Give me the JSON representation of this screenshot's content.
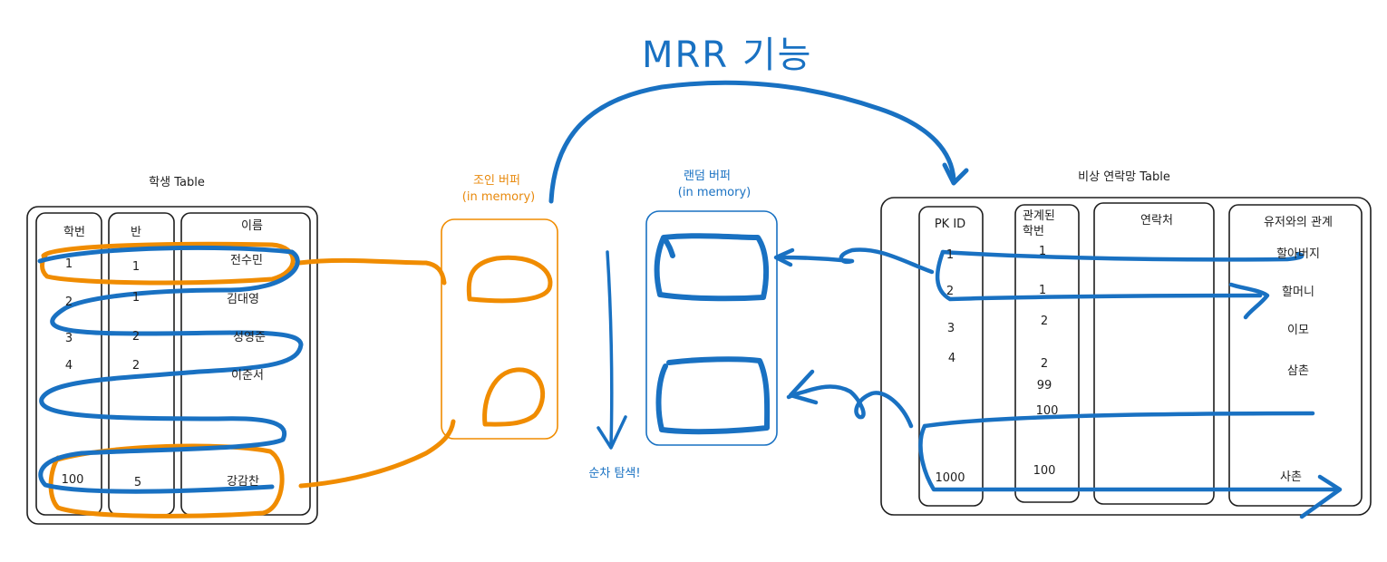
{
  "title": "MRR 기능",
  "student_table": {
    "title": "학생 Table",
    "headers": [
      "학번",
      "반",
      "이름"
    ],
    "rows": [
      [
        "1",
        "1",
        "전수민"
      ],
      [
        "2",
        "1",
        "김대영"
      ],
      [
        "3",
        "2",
        "성영준"
      ],
      [
        "4",
        "2",
        "이준서"
      ],
      [
        "100",
        "5",
        "강감찬"
      ]
    ]
  },
  "join_buffer": {
    "label": "조인 버퍼",
    "sub": "(in memory)"
  },
  "random_buffer": {
    "label": "랜덤 버퍼",
    "sub": "(in memory)"
  },
  "sequential_label": "순차 탐색!",
  "contact_table": {
    "title": "비상 연락망 Table",
    "headers": [
      "PK ID",
      "관계된\n학번",
      "연락처",
      "유저와의 관계"
    ],
    "pk_ids": [
      "1",
      "2",
      "3",
      "4",
      "1000"
    ],
    "related_ids": [
      "1",
      "1",
      "2",
      "2",
      "99",
      "100",
      "100"
    ],
    "relations": [
      "할아버지",
      "할머니",
      "이모",
      "삼촌",
      "사촌"
    ]
  },
  "colors": {
    "blue": "#1971c2",
    "orange": "#f08c00",
    "ink": "#1e1e1e"
  }
}
